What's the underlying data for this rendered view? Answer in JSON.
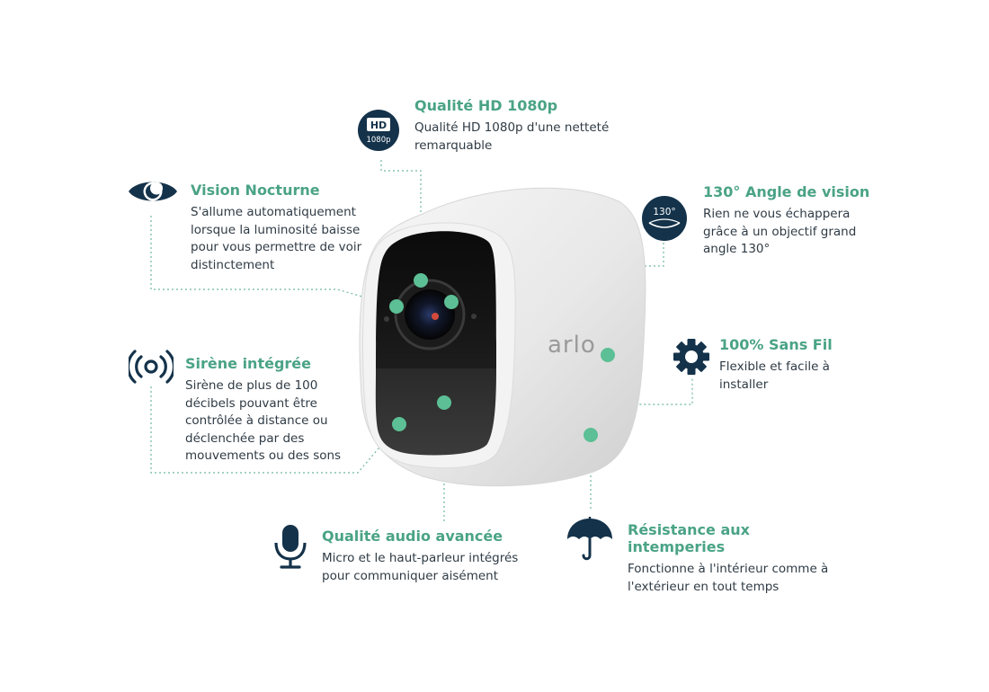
{
  "colors": {
    "accent": "#4aa386",
    "icon_dark": "#14324a",
    "dot": "#5cbf95",
    "body_text": "#2f3b45"
  },
  "camera": {
    "brand": "arlo"
  },
  "features": {
    "hd": {
      "title": "Qualité HD 1080p",
      "desc": "Qualité HD 1080p d'une netteté remarquable",
      "icon": "hd-1080p-icon",
      "icon_top": "HD",
      "icon_bottom": "1080p"
    },
    "night": {
      "title": "Vision Nocturne",
      "desc": "S'allume automatiquement lorsque la luminosité baisse pour vous permettre de voir distinctement",
      "icon": "eye-moon-icon"
    },
    "angle": {
      "title": "130° Angle de vision",
      "desc": "Rien ne vous échappera grâce à un objectif grand angle 130°",
      "icon": "angle-130-icon",
      "icon_text": "130°"
    },
    "wireless": {
      "title": "100% Sans Fil",
      "desc": "Flexible et facile à installer",
      "icon": "gear-icon"
    },
    "siren": {
      "title": "Sirène intégrée",
      "desc": "Sirène de plus de 100 décibels pouvant être contrôlée à distance ou déclenchée par des mouvements ou des sons",
      "icon": "siren-icon"
    },
    "audio": {
      "title": "Qualité audio avancée",
      "desc": "Micro et le haut-parleur intégrés pour communiquer aisément",
      "icon": "microphone-icon"
    },
    "weather": {
      "title": "Résistance aux intemperies",
      "desc": "Fonctionne à l'intérieur comme à l'extérieur en tout temps",
      "icon": "umbrella-icon"
    }
  }
}
